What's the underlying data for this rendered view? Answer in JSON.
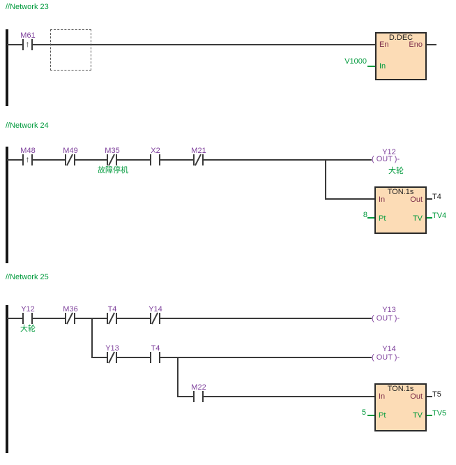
{
  "colors": {
    "comment_green": "#009A3C",
    "operand_purple": "#7D3F9B",
    "bool_pin_maroon": "#7C2D49",
    "block_fill": "#FCDCB6",
    "line_dark": "#3A3A3A"
  },
  "net23": {
    "label": "//Network 23",
    "contact1": "M61",
    "block": {
      "title": "D.DEC",
      "pin_en": "En",
      "pin_eno": "Eno",
      "pin_in": "In",
      "in_operand": "V1000"
    }
  },
  "net24": {
    "label": "//Network 24",
    "contact1": "M48",
    "contact2": "M49",
    "contact3": "M35",
    "contact3_comment": "故障停机",
    "contact4": "X2",
    "contact5": "M21",
    "coil": {
      "label": "Y12",
      "body": "( OUT )-",
      "comment": "大轮"
    },
    "timer": {
      "title": "TON.1s",
      "pin_in": "In",
      "pin_out": "Out",
      "pin_pt": "Pt",
      "pin_tv": "TV",
      "pt_operand": "8",
      "out_operand": "T4",
      "tv_operand": "TV4"
    }
  },
  "net25": {
    "label": "//Network 25",
    "row1_contact1": "Y12",
    "row1_contact1_comment": "大轮",
    "row1_contact2": "M36",
    "row1_contact3": "T4",
    "row1_contact4": "Y14",
    "coil1": {
      "label": "Y13",
      "body": "( OUT )-"
    },
    "row2_contact1": "Y13",
    "row2_contact2": "T4",
    "coil2": {
      "label": "Y14",
      "body": "( OUT )-"
    },
    "row3_contact1": "M22",
    "timer": {
      "title": "TON.1s",
      "pin_in": "In",
      "pin_out": "Out",
      "pin_pt": "Pt",
      "pin_tv": "TV",
      "pt_operand": "5",
      "out_operand": "T5",
      "tv_operand": "TV5"
    }
  }
}
